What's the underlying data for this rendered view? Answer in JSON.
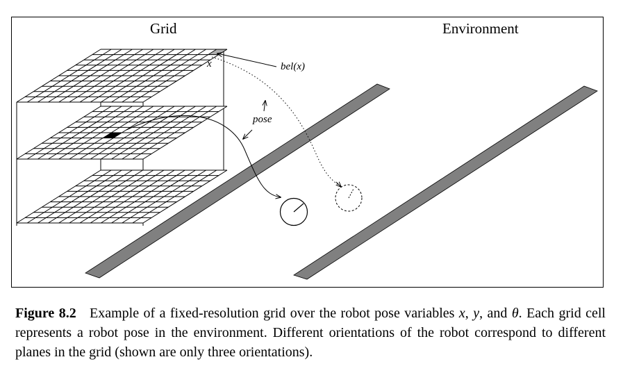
{
  "figure": {
    "left_title": "Grid",
    "right_title": "Environment",
    "label_x": "x",
    "label_bel": "bel(x)",
    "label_pose": "pose"
  },
  "caption": {
    "label": "Figure 8.2",
    "seg1": "Example of a fixed-resolution grid over the robot pose variables ",
    "var_x": "x",
    "sep1": ", ",
    "var_y": "y",
    "seg2": ", and ",
    "var_theta": "θ",
    "seg3": ". Each grid cell represents a robot pose in the environment. Different orientations of the robot correspond to different planes in the grid (shown are only three orientations)."
  },
  "colors": {
    "wall_fill": "#808080",
    "highlight_cell": "#000000",
    "top_cell": "#b0b0b0"
  }
}
